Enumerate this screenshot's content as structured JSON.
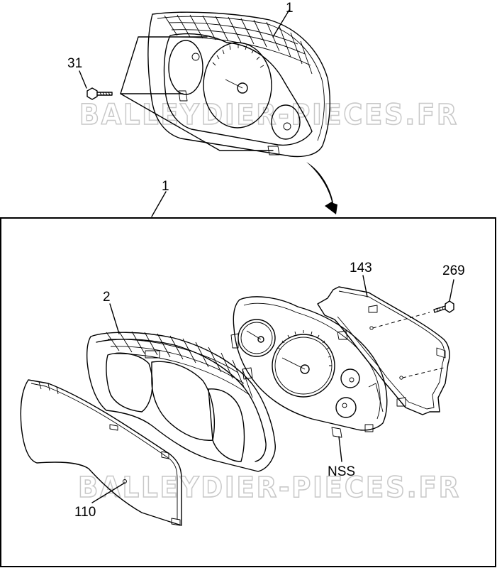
{
  "callouts": {
    "assembly_top": "1",
    "assembly_main": "1",
    "screw": "31",
    "bezel": "2",
    "circuit_board": "143",
    "board_screw": "269",
    "gauge_nss": "NSS",
    "lens": "110"
  },
  "watermark": {
    "upper": "BALLEYDIER-PIECES.FR",
    "lower": "BALLEYDIER-PIECES.FR"
  },
  "colors": {
    "line": "#000000",
    "watermark": "#c8c8c8",
    "background": "#ffffff"
  }
}
